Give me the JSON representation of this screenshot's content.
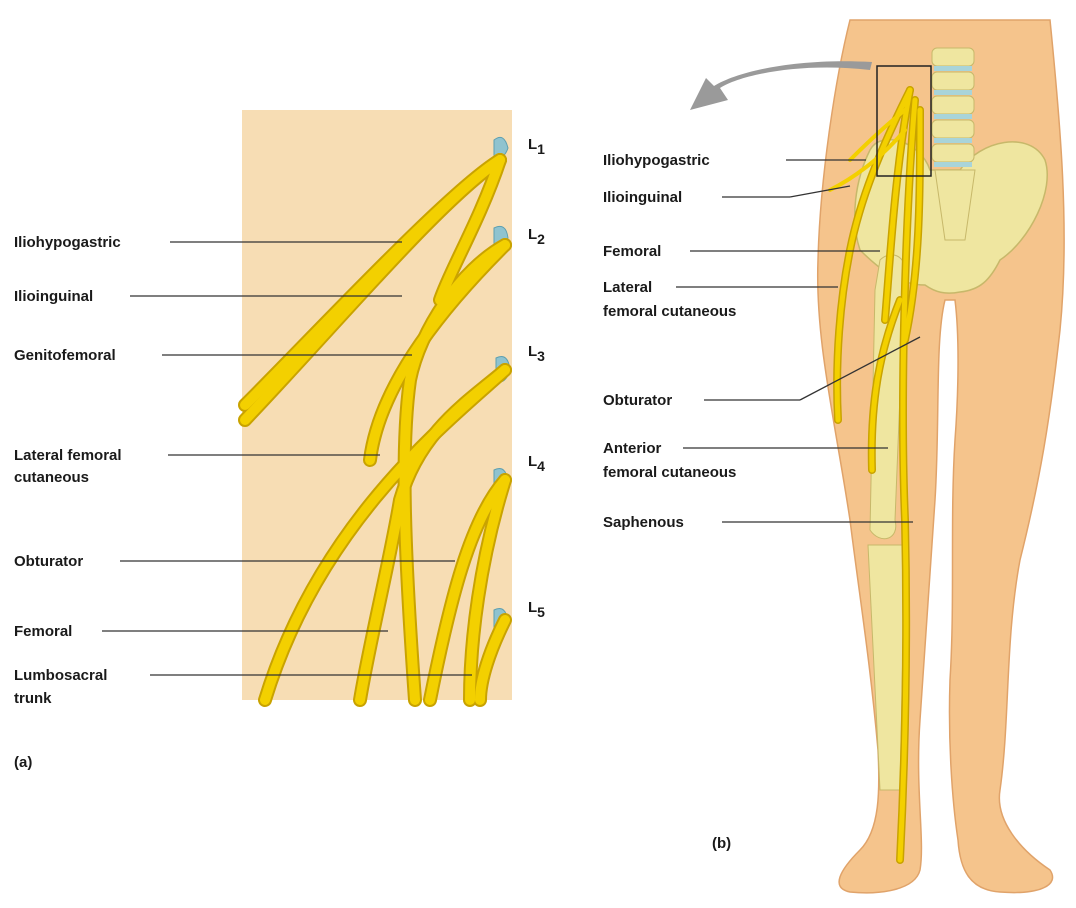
{
  "panel_a": {
    "tag": "(a)",
    "levels": [
      "1",
      "2",
      "3",
      "4",
      "5"
    ],
    "level_prefix": "L",
    "labels": {
      "iliohypogastric": "Iliohypogastric",
      "ilioinguinal": "Ilioinguinal",
      "genitofemoral": "Genitofemoral",
      "lateral_femoral_1": "Lateral femoral",
      "lateral_femoral_2": "cutaneous",
      "obturator": "Obturator",
      "femoral": "Femoral",
      "lumbosacral_1": "Lumbosacral",
      "lumbosacral_2": "trunk"
    }
  },
  "panel_b": {
    "tag": "(b)",
    "labels": {
      "iliohypogastric": "Iliohypogastric",
      "ilioinguinal": "Ilioinguinal",
      "femoral": "Femoral",
      "lateral_1": "Lateral",
      "lateral_2": "femoral cutaneous",
      "obturator": "Obturator",
      "anterior_1": "Anterior",
      "anterior_2": "femoral cutaneous",
      "saphenous": "Saphenous"
    }
  },
  "colors": {
    "nerve": "#f3d000",
    "nerve_edge": "#c9a300",
    "panel_bg": "#f7ddb4",
    "skin": "#f5c48c",
    "bone": "#efe6a0",
    "vertebra_disc": "#a9d4d9"
  }
}
